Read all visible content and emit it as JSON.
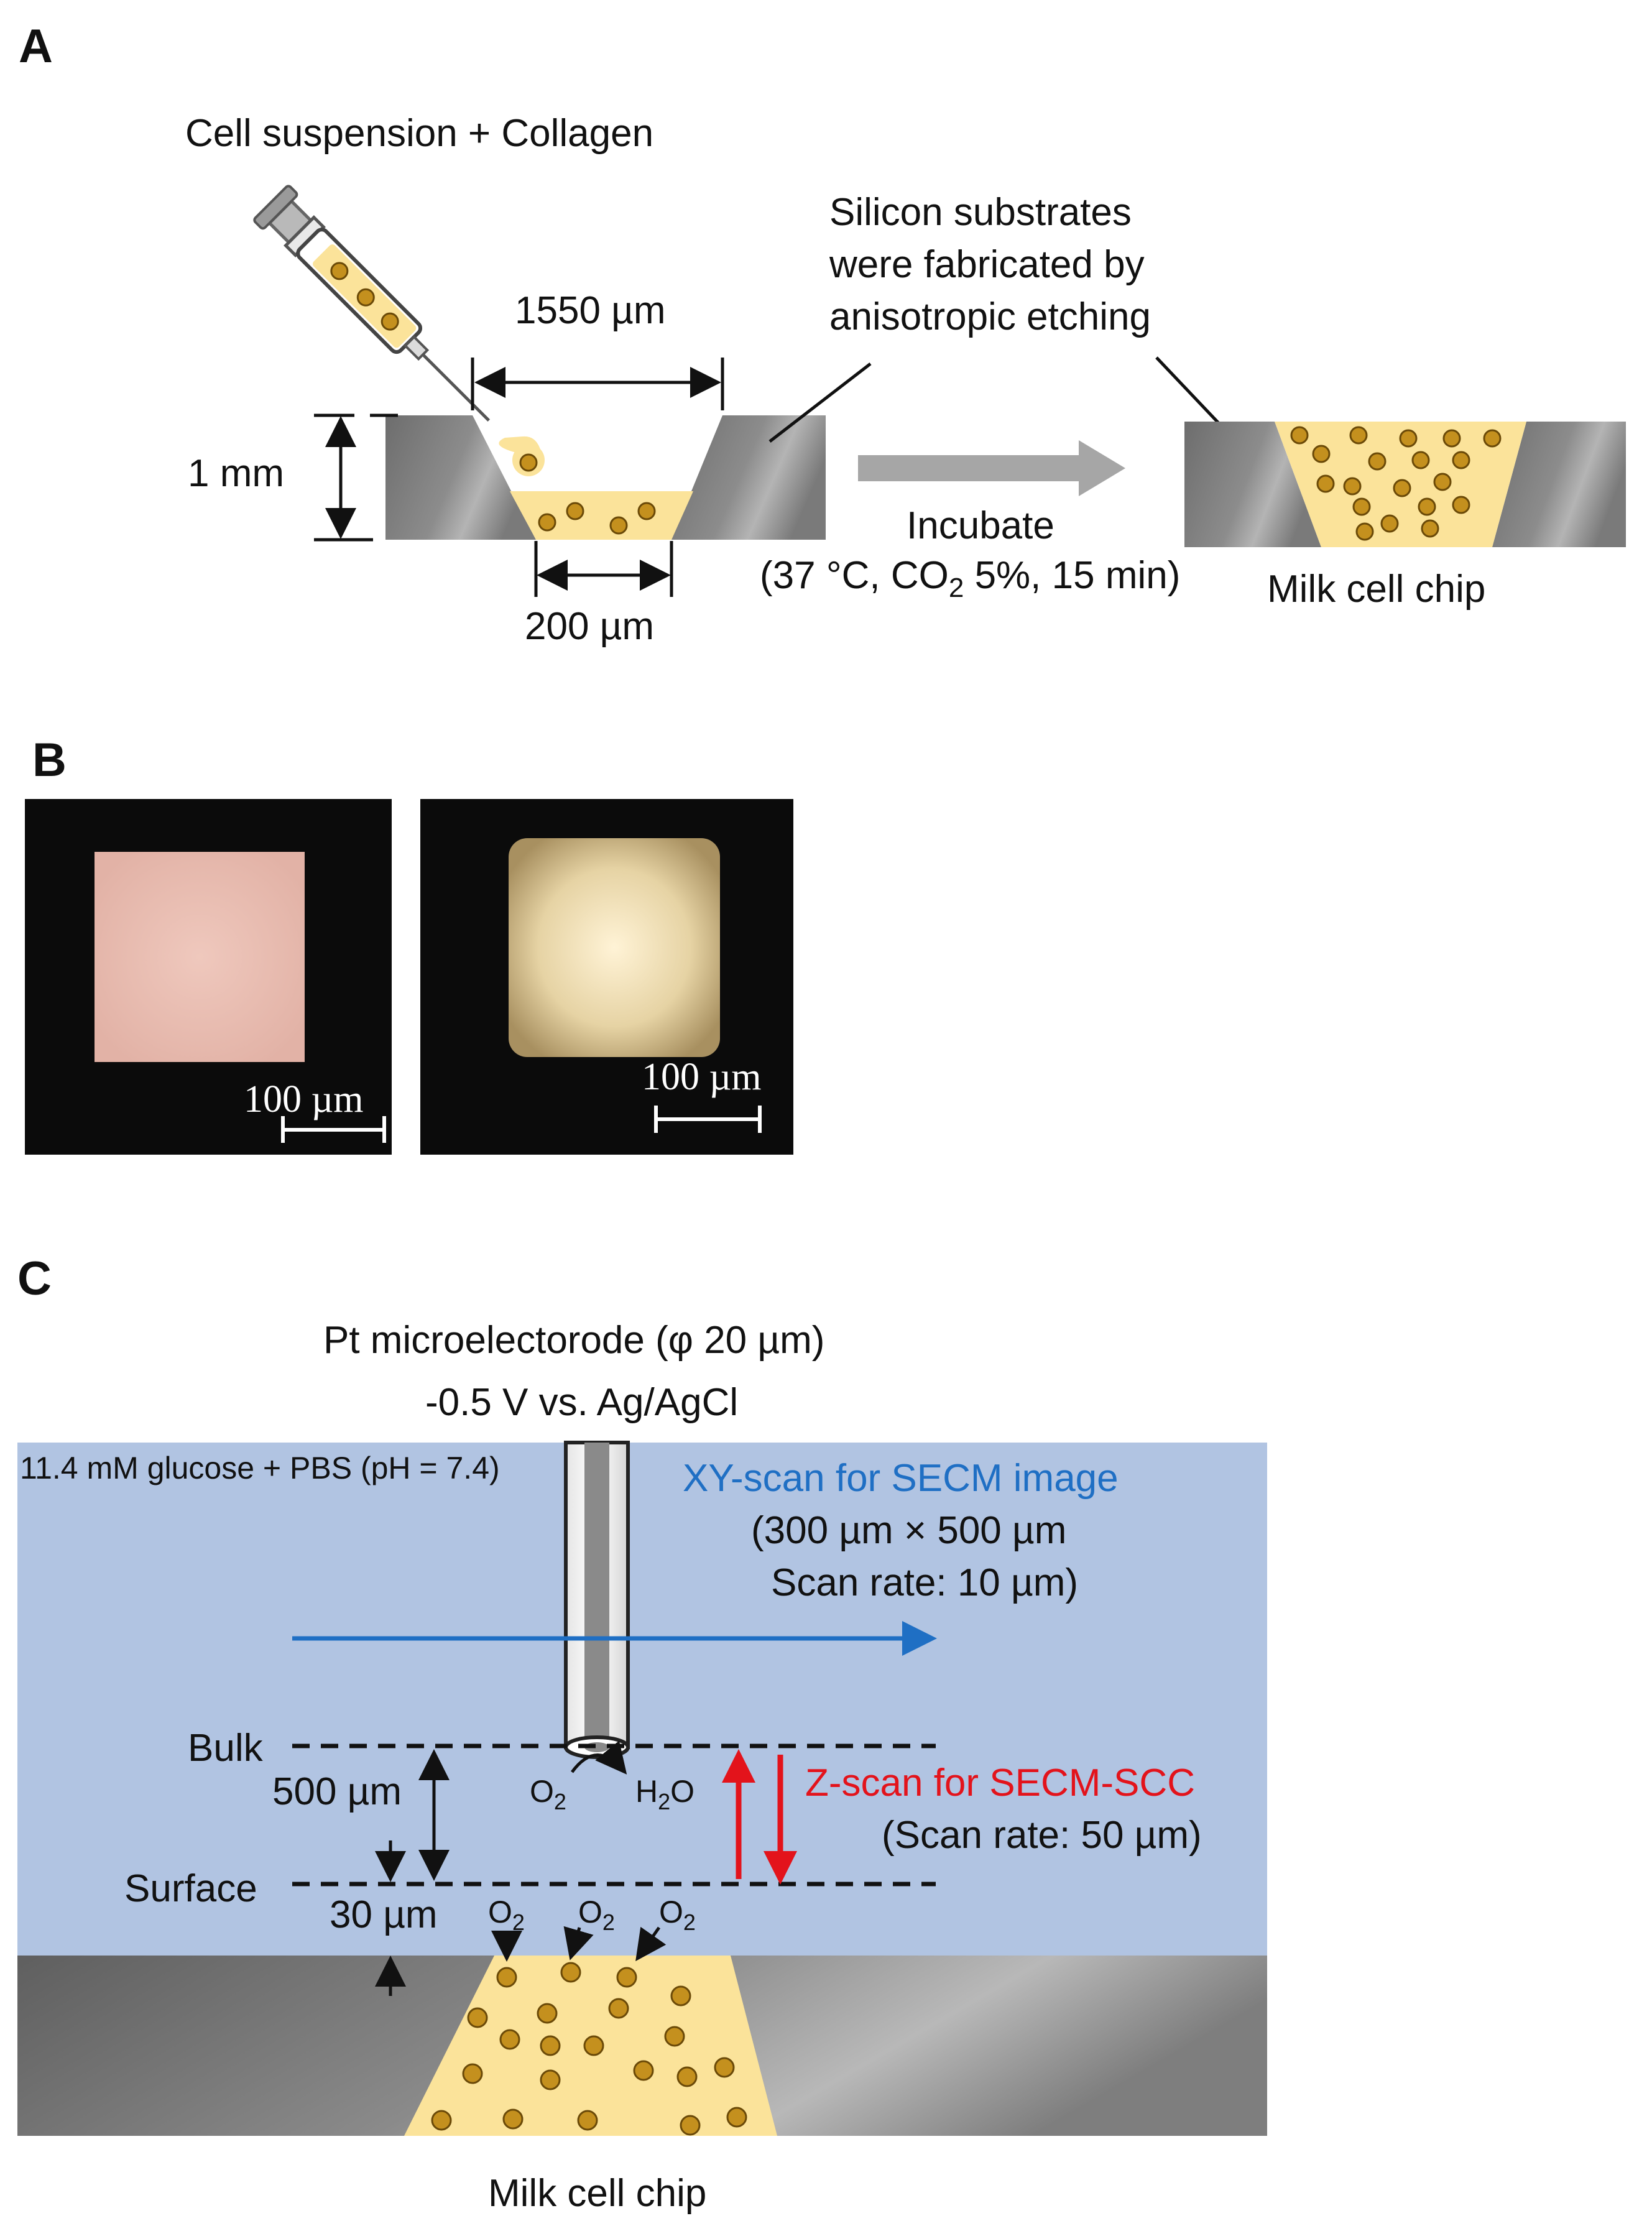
{
  "colors": {
    "silicon": "#808080",
    "gel": "#fbe39a",
    "cell": "#c4901e",
    "solution": "#b1c4e2",
    "scan_blue": "#1f6fc4",
    "scan_red": "#e3131b",
    "arrow_gray": "#a6a6a6"
  },
  "panel_a": {
    "letter": "A",
    "syringe_label": "Cell suspension + Collagen",
    "top_width": "1550 µm",
    "depth": "1 mm",
    "bottom_width": "200 µm",
    "substrate_note": [
      "Silicon  substrates",
      "were fabricated by",
      "anisotropic etching"
    ],
    "incubate_label": "Incubate",
    "incubate_cond_a": "(37 °C, CO",
    "incubate_cond_sub": "2",
    "incubate_cond_b": " 5%, 15 min)",
    "chip_label": "Milk cell chip"
  },
  "panel_b": {
    "letter": "B",
    "scale_left": "100 µm",
    "scale_right": "100 µm"
  },
  "panel_c": {
    "letter": "C",
    "electrode_line1": "Pt microelectorode (φ 20 µm)",
    "electrode_line2": "-0.5 V vs. Ag/AgCl",
    "solution": "11.4 mM glucose + PBS (pH = 7.4)",
    "xy_title": "XY-scan for SECM image",
    "xy_size": "(300 µm × 500 µm",
    "xy_rate": "Scan rate: 10 µm)",
    "bulk": "Bulk",
    "surface": "Surface",
    "gap": "500 µm",
    "offset": "30 µm",
    "o2": "O",
    "h2o_h": "H",
    "h2o_o": "O",
    "sub2": "2",
    "z_title": "Z-scan for SECM-SCC",
    "z_rate": "(Scan rate: 50 µm)",
    "chip_label": "Milk cell chip"
  }
}
